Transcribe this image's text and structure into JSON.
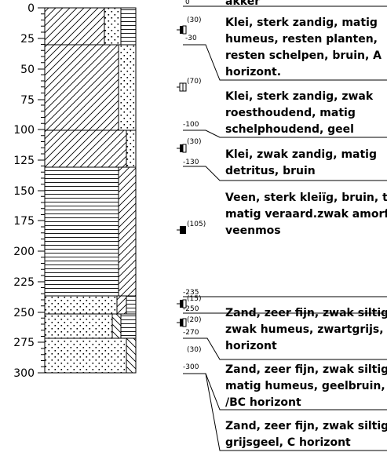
{
  "depth_axis": {
    "tick_labels": [
      "0",
      "25",
      "50",
      "75",
      "100",
      "125",
      "150",
      "175",
      "200",
      "225",
      "250",
      "275",
      "300"
    ]
  },
  "boundary_labels": [
    "0",
    "-30",
    "-100",
    "-130",
    "-235",
    "-250",
    "-270",
    "-300"
  ],
  "sample_labels": [
    "(30)",
    "(70)",
    "(30)",
    "(105)",
    "(15)",
    "(20)",
    "(30)"
  ],
  "descriptions": [
    {
      "lines": [
        "akker"
      ]
    },
    {
      "lines": [
        "Klei, sterk zandig, matig",
        "humeus, resten planten,",
        "resten schelpen, bruin, A",
        "horizont."
      ]
    },
    {
      "lines": [
        "Klei, sterk zandig, zwak",
        "roesthoudend, matig",
        "schelphoudend, geel"
      ]
    },
    {
      "lines": [
        "Klei, zwak zandig, matig",
        "detritus, bruin"
      ]
    },
    {
      "lines": [
        "Veen, sterk kleiïg, bruin, top",
        "matig veraard.zwak amorf",
        "veenmos"
      ]
    },
    {
      "lines": [
        "Zand, zeer fijn, zwak siltig,",
        "zwak humeus, zwartgrijs, AB",
        "horizont"
      ]
    },
    {
      "lines": [
        "Zand, zeer fijn, zwak siltig,",
        "matig humeus, geelbruin, B",
        "/BC horizont"
      ]
    },
    {
      "lines": [
        "Zand, zeer fijn, zwak siltig,",
        "grijsgeel, C horizont"
      ]
    }
  ]
}
